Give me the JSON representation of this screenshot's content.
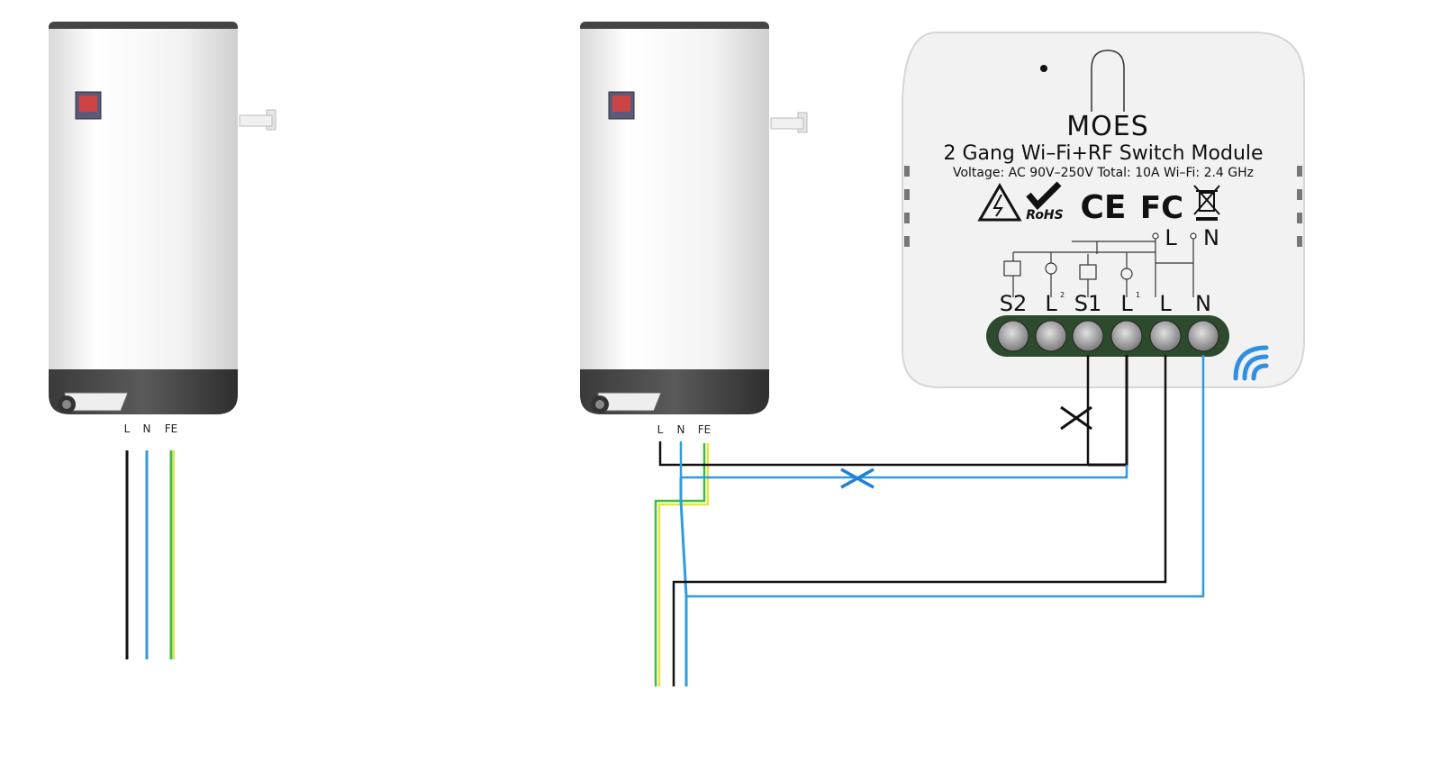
{
  "heater_left": {
    "terminals": [
      "L",
      "N",
      "FE"
    ]
  },
  "heater_right": {
    "terminals": [
      "L",
      "N",
      "FE"
    ]
  },
  "module": {
    "brand": "MOES",
    "title": "2 Gang Wi–Fi+RF Switch Module",
    "spec": "Voltage: AC 90V–250V  Total: 10A  Wi–Fi: 2.4 GHz",
    "marks": {
      "rohs": "RoHS",
      "ce": "CE",
      "fc": "FC"
    },
    "schematic_labels": [
      "L",
      "N"
    ],
    "pins": [
      "S2",
      "L",
      "S1",
      "L",
      "L",
      "N"
    ],
    "pin_sup": [
      "2",
      "1"
    ]
  },
  "colors": {
    "live": "#111111",
    "neutral": "#2f9be0",
    "earth_green": "#3dbd3d",
    "earth_yellow": "#e8e23a",
    "cross_black": "#111111",
    "cross_blue": "#1e7fd8",
    "module_body": "#f2f2f2",
    "terminal_block": "#2e4a2e"
  }
}
